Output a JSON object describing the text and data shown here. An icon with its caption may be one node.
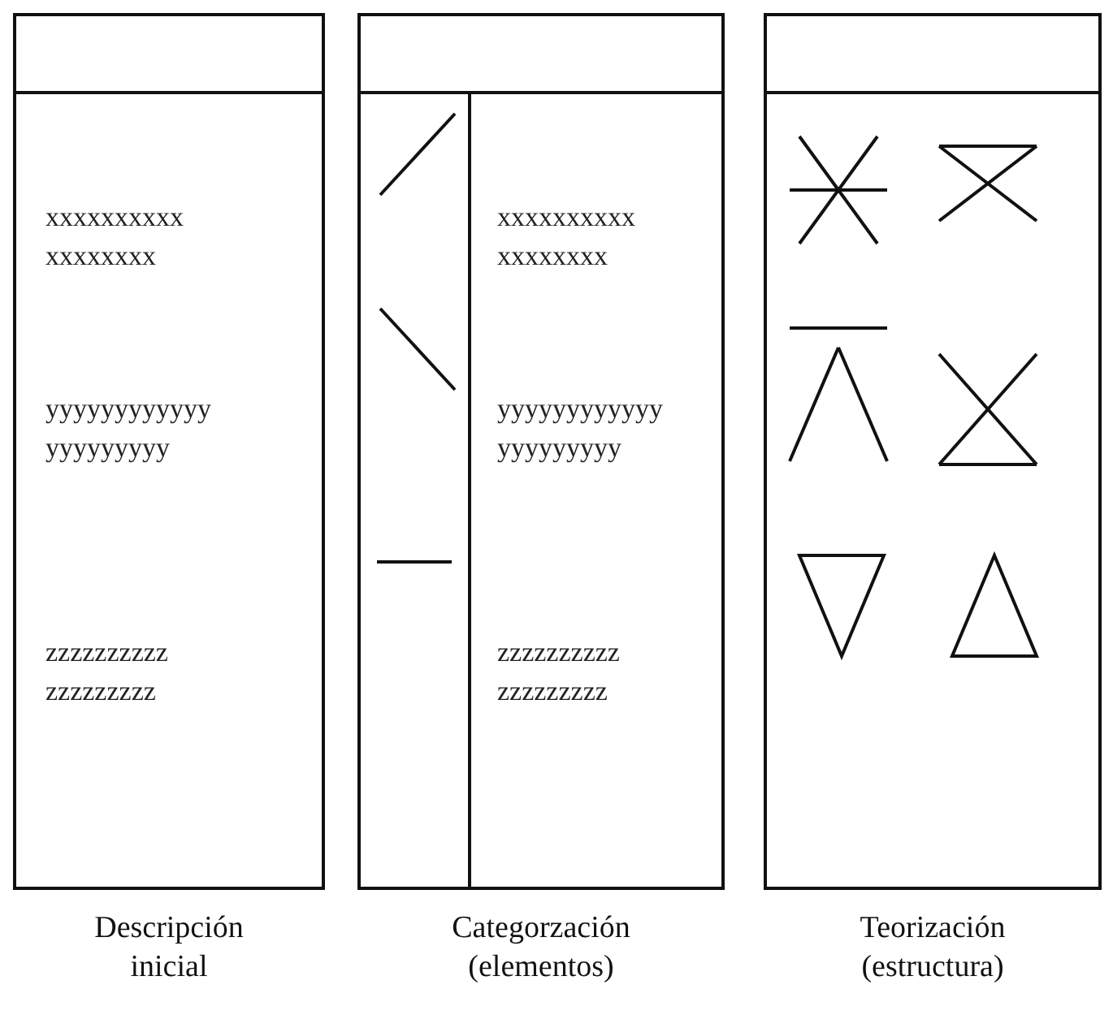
{
  "diagram": {
    "nodes": [
      {
        "text": [
          "xxxxxxxxxx xxxxxxxx",
          "yyyyyyyyyyyy yyyyyyyyy",
          "zzzzzzzzzz zzzzzzzzz"
        ],
        "beside": [
          "Descripción inicial"
        ]
      },
      {
        "text": [
          "xxxxxxxxxx xxxxxxxx",
          "yyyyyyyyyyyy yyyyyyyyy",
          "zzzzzzzzzz zzzzzzzzz"
        ],
        "beside": [
          "Categorzación (elementos)"
        ]
      },
      {
        "text": [],
        "shape": "box",
        "beside": [
          "Teorización (estructura)"
        ]
      }
    ]
  }
}
